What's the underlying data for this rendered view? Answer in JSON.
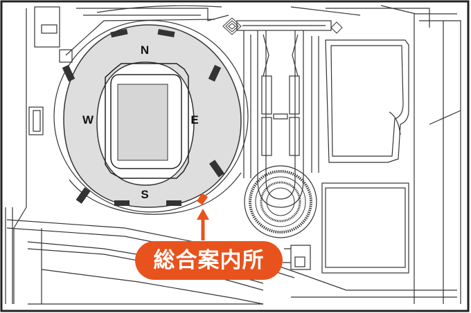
{
  "compass": {
    "north": "N",
    "south": "S",
    "east": "E",
    "west": "W"
  },
  "callout": {
    "label": "総合案内所",
    "color": "#e8531d"
  },
  "colors": {
    "frame": "#222222",
    "lines": "#333333",
    "stands": "#dedede",
    "field": "#d6d6d6",
    "accent": "#e8531d"
  }
}
